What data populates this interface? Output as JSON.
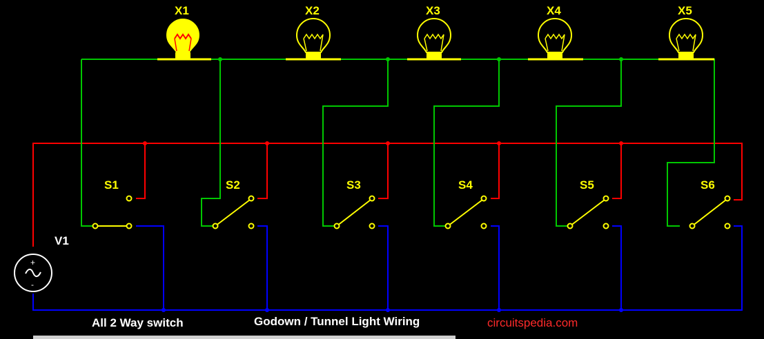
{
  "source": {
    "label": "V1",
    "plus": "+",
    "minus": "-"
  },
  "lamps": [
    {
      "label": "X1",
      "state": "on"
    },
    {
      "label": "X2",
      "state": "off"
    },
    {
      "label": "X3",
      "state": "off"
    },
    {
      "label": "X4",
      "state": "off"
    },
    {
      "label": "X5",
      "state": "off"
    }
  ],
  "switches": [
    {
      "label": "S1"
    },
    {
      "label": "S2"
    },
    {
      "label": "S3"
    },
    {
      "label": "S4"
    },
    {
      "label": "S5"
    },
    {
      "label": "S6"
    }
  ],
  "captions": {
    "left": "All 2 Way switch",
    "center": "Godown / Tunnel Light Wiring",
    "site": "circuitspedia.com"
  },
  "colors": {
    "background": "#000000",
    "phase_wire": "#ff0000",
    "lamp_wire": "#00c800",
    "neutral_wire": "#0000ff",
    "switch": "#ffff00",
    "lamp": "#ffff00",
    "lamp_on_fill": "#ffff00",
    "filament_on": "#ff0000",
    "labels": "#ffff00",
    "captions": "#ffffff",
    "site": "#ff0000"
  }
}
